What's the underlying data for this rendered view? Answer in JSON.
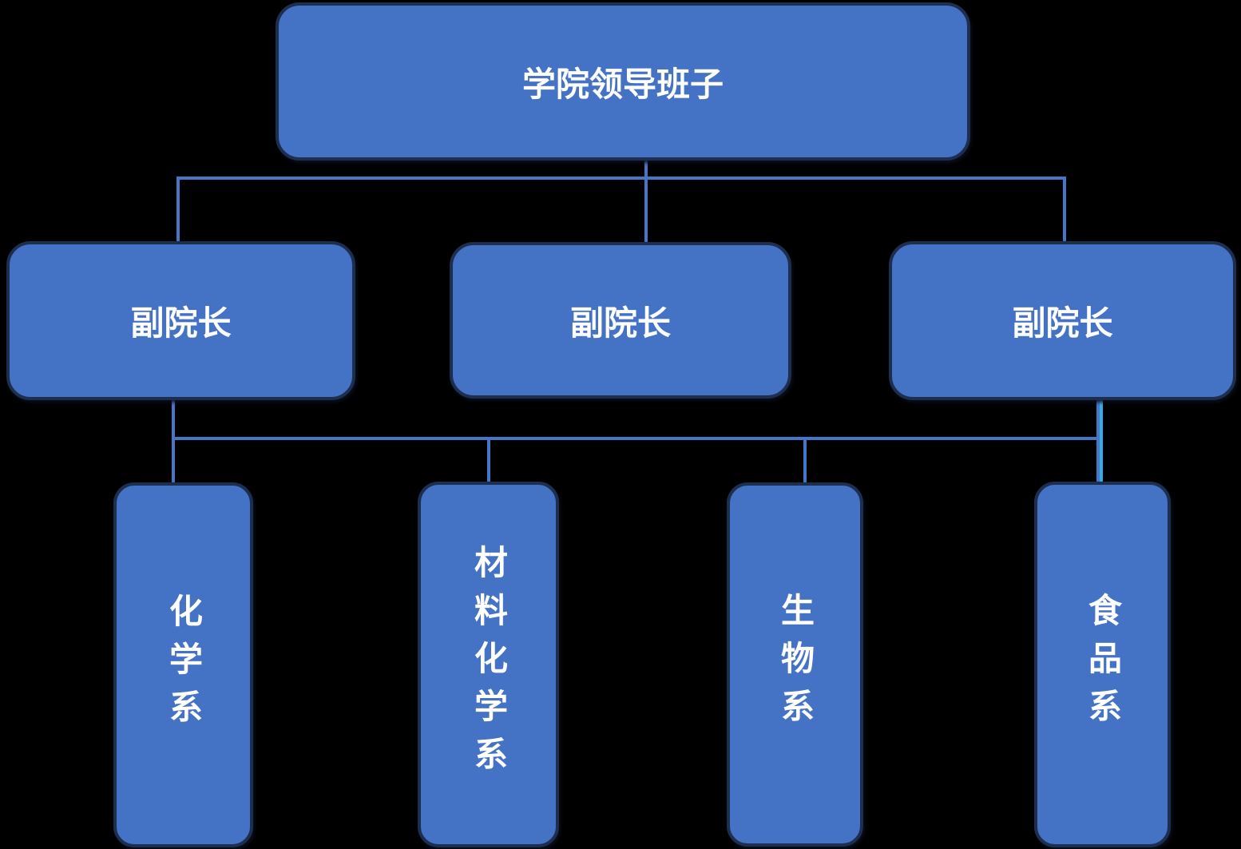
{
  "diagram": {
    "type": "org-chart",
    "root": {
      "label": "学院领导班子"
    },
    "vice_deans": [
      {
        "label": "副院长"
      },
      {
        "label": "副院长"
      },
      {
        "label": "副院长"
      }
    ],
    "departments": [
      {
        "label": "化学系"
      },
      {
        "label": "材料化学系"
      },
      {
        "label": "生物系"
      },
      {
        "label": "食品系"
      }
    ]
  },
  "colors": {
    "background": "#000000",
    "box_fill": "#4472C4",
    "box_border": "#1E2E4F",
    "connector": "#4676C8",
    "connector_highlight": "#35AEE8",
    "text": "#FFFFFF"
  }
}
